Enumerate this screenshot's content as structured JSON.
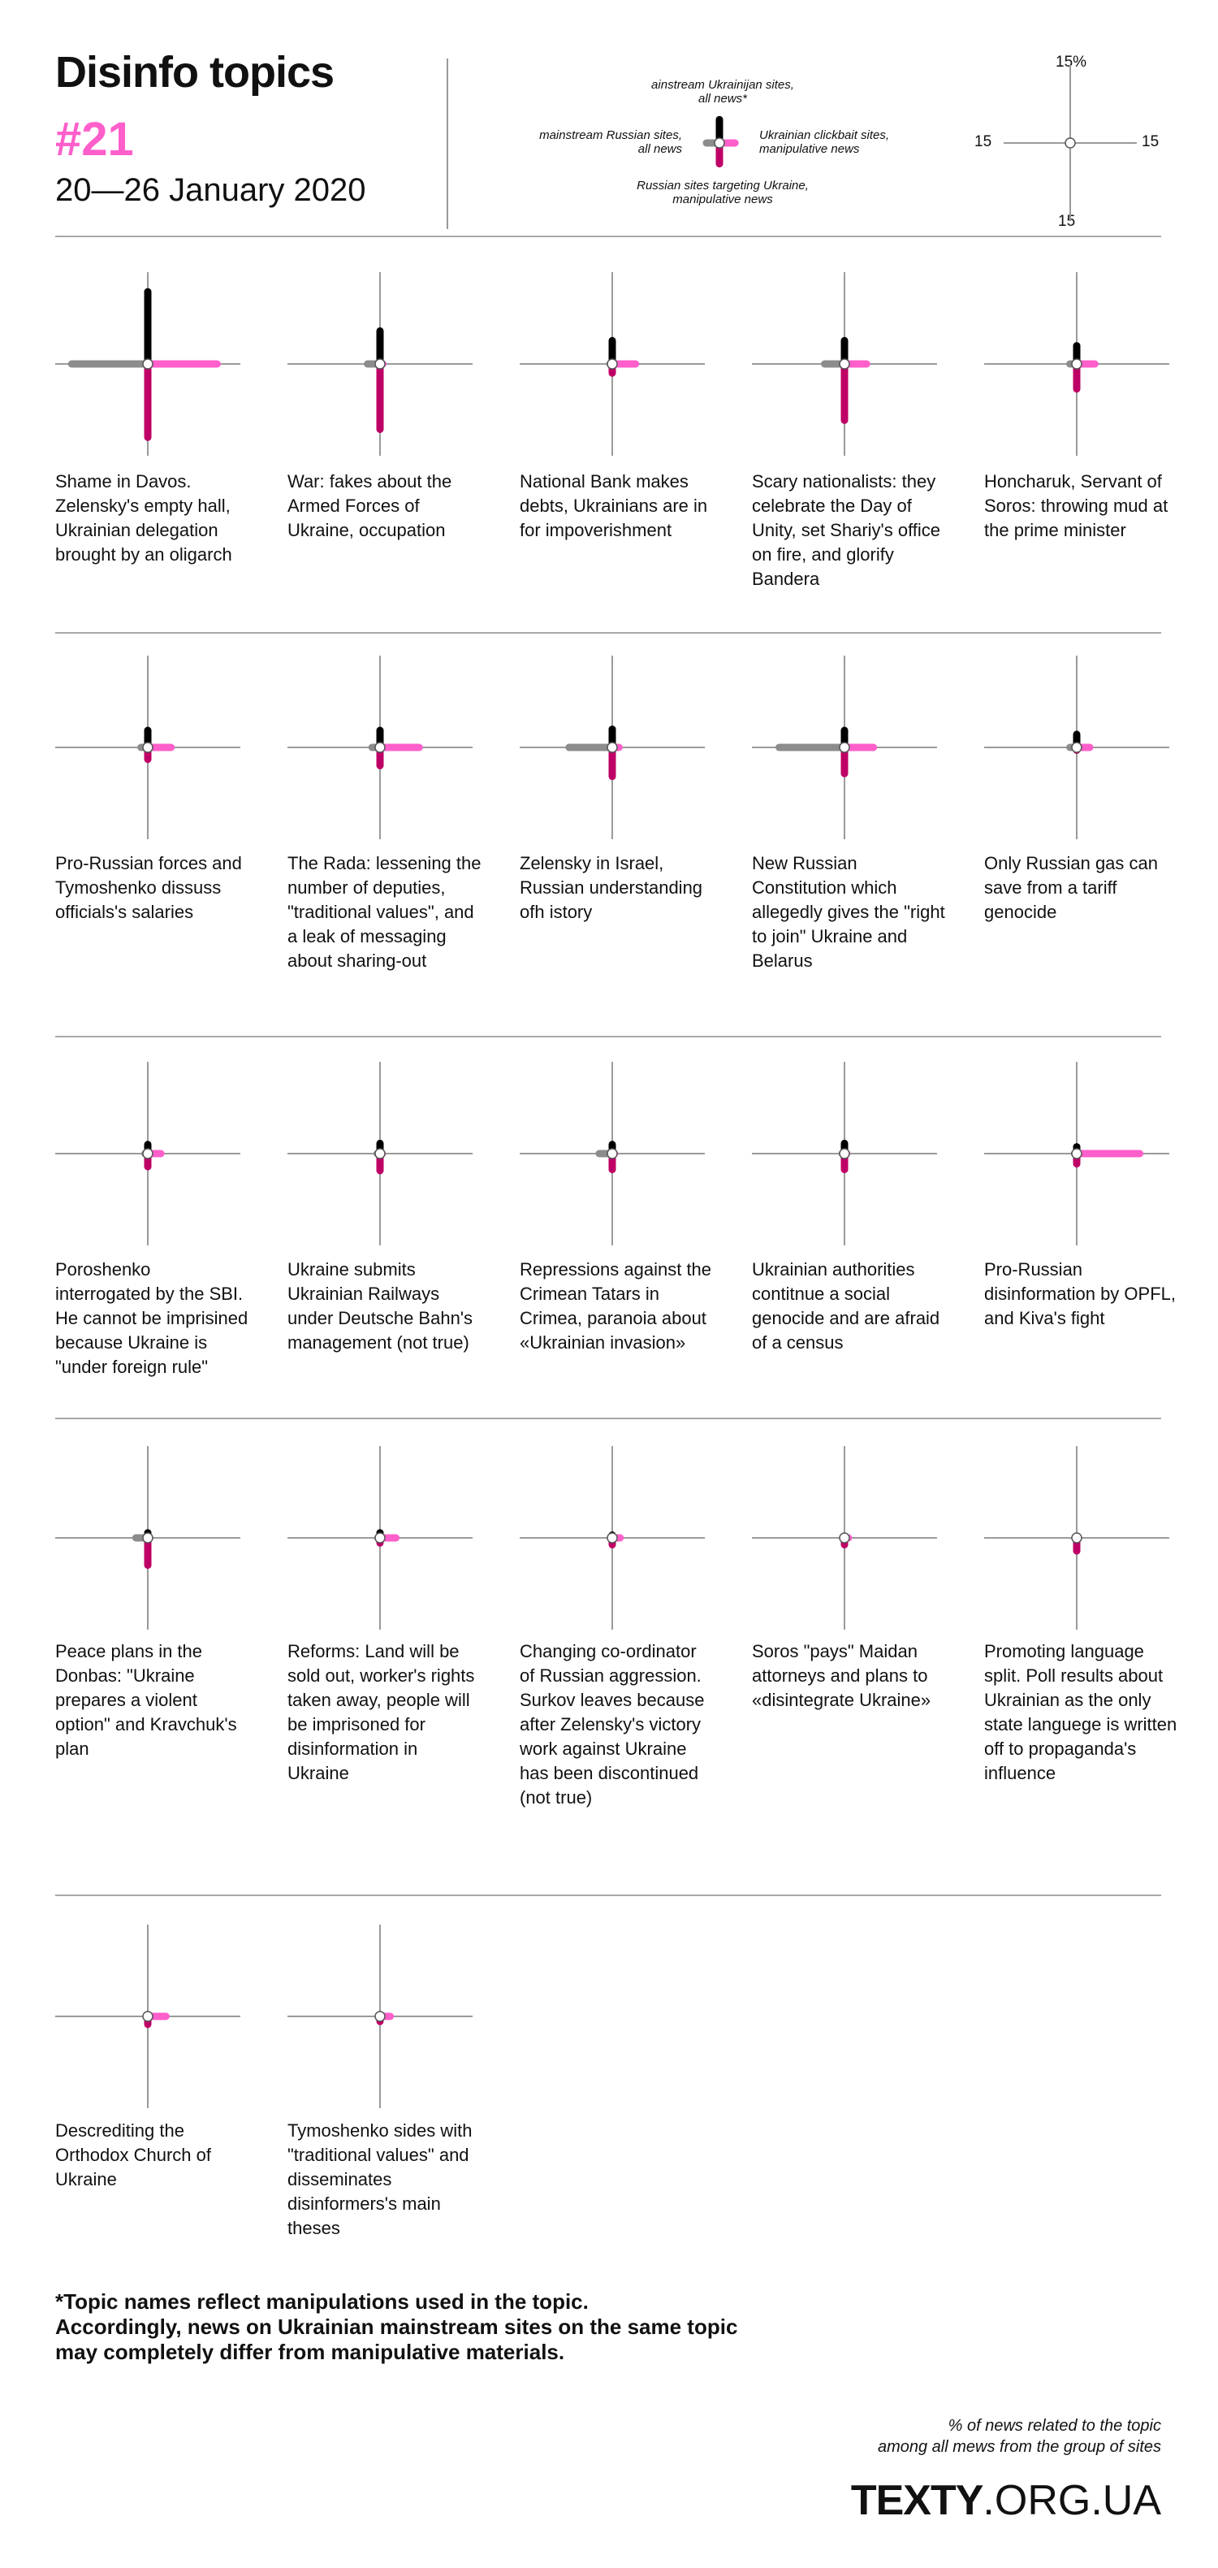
{
  "header": {
    "title": "Disinfo topics",
    "issue": "#21",
    "dates": "20—26 January 2020"
  },
  "legend": {
    "top": "ainstream Ukrainijan sites,\nall news*",
    "left": "mainstream Russian sites,\nall news",
    "right": "Ukrainian clickbait sites,\nmanipulative news",
    "bottom": "Russian sites targeting Ukraine,\nmanipulative news"
  },
  "scale": {
    "top": "15%",
    "left": "15",
    "right": "15",
    "bottom": "15"
  },
  "chart_data": {
    "type": "cross-glyph",
    "unit": "% of news related to the topic among all news from the group of sites",
    "axis_max": 15,
    "series": [
      {
        "key": "top",
        "name": "ainstream Ukrainijan sites, all news*",
        "color": "#000000"
      },
      {
        "key": "left",
        "name": "mainstream Russian sites, all news",
        "color": "#8c8c8c"
      },
      {
        "key": "right",
        "name": "Ukrainian clickbait sites, manipulative news",
        "color": "#ff5fcb"
      },
      {
        "key": "bottom",
        "name": "Russian sites targeting Ukraine, manipulative news",
        "color": "#be0066"
      }
    ],
    "topics": [
      {
        "label": "Shame in Davos. Zelensky's empty hall, Ukrainian delegation brought by an oligarch",
        "top": 12.7,
        "left": 13.4,
        "right": 12.2,
        "bottom": 12.9
      },
      {
        "label": "War: fakes about the Armed Forces of Ukraine, occupation",
        "top": 5.8,
        "left": 2.2,
        "right": 0.5,
        "bottom": 11.5
      },
      {
        "label": "National Bank makes debts, Ukrainians are in for impoverishment",
        "top": 4.1,
        "left": 0.4,
        "right": 4.1,
        "bottom": 1.6
      },
      {
        "label": "Scary nationalists: they celebrate the Day of Unity, set Shariy's office on fire, and glorify Bandera",
        "top": 4.1,
        "left": 3.5,
        "right": 3.9,
        "bottom": 9.9
      },
      {
        "label": "Honcharuk, Servant of Soros: throwing mud at the prime minister",
        "top": 3.2,
        "left": 1.2,
        "right": 3.2,
        "bottom": 4.4
      },
      {
        "label": "Pro-Russian forces and Tymoshenko dissuss officials's salaries",
        "top": 3.0,
        "left": 1.2,
        "right": 4.1,
        "bottom": 2.1
      },
      {
        "label": "The Rada: lessening the number of deputies, \"traditional values\", and a leak of messaging about sharing-out",
        "top": 3.0,
        "left": 1.4,
        "right": 6.9,
        "bottom": 3.2
      },
      {
        "label": "Zelensky in Israel, Russian understanding ofh istory",
        "top": 3.2,
        "left": 7.6,
        "right": 1.2,
        "bottom": 5.1
      },
      {
        "label": "New Russian Constitution which allegedly gives the \"right to join\" Ukraine and Belarus",
        "top": 3.0,
        "left": 11.5,
        "right": 5.1,
        "bottom": 4.6
      },
      {
        "label": "Only Russian gas can save from a tariff genocide",
        "top": 2.3,
        "left": 1.2,
        "right": 2.3,
        "bottom": 0.5
      },
      {
        "label": "Poroshenko interrogated by the SBI. He cannot be imprisined because Ukraine is \"under foreign rule\"",
        "top": 1.6,
        "left": 0.5,
        "right": 2.3,
        "bottom": 2.3
      },
      {
        "label": "Ukraine submits Ukrainian Railways under Deutsche Bahn's management (not true)",
        "top": 1.8,
        "left": 0.5,
        "right": 0.4,
        "bottom": 3.0
      },
      {
        "label": "Repressions against the Crimean Tatars in Crimea, paranoia about «Ukrainian invasion»",
        "top": 1.6,
        "left": 2.3,
        "right": 0.4,
        "bottom": 2.8
      },
      {
        "label": "Ukrainian authorities contitnue a social genocide and are afraid of a census",
        "top": 1.8,
        "left": 0.4,
        "right": 0.4,
        "bottom": 2.8
      },
      {
        "label": "Pro-Russian disinformation by OPFL, and Kiva's fight",
        "top": 1.2,
        "left": 0.4,
        "right": 11.1,
        "bottom": 1.8
      },
      {
        "label": "Peace plans in the Donbas: \"Ukraine prepares a violent option\" and Kravchuk's plan",
        "top": 0.9,
        "left": 2.1,
        "right": 0.3,
        "bottom": 4.8
      },
      {
        "label": "Reforms: Land will be sold out, worker's rights taken away, people will be imprisoned for disinformation in Ukraine",
        "top": 0.9,
        "left": 0.4,
        "right": 2.8,
        "bottom": 0.9
      },
      {
        "label": "Changing co-ordinator of Russian aggression. Surkov leaves because after Zelensky's victory work against Ukraine has been discontinued (not true)",
        "top": 0.5,
        "left": 0.3,
        "right": 1.4,
        "bottom": 1.2
      },
      {
        "label": "Soros \"pays\" Maidan attorneys and plans to «disintegrate Ukraine»",
        "top": 0.3,
        "left": 0.3,
        "right": 0.7,
        "bottom": 1.2
      },
      {
        "label": "Promoting language split. Poll results about Ukrainian as the only state languege is written off to propaganda's influence",
        "top": 0.3,
        "left": 0.3,
        "right": 0.3,
        "bottom": 2.3
      },
      {
        "label": "Descrediting the Orthodox Church of Ukraine",
        "top": 0.3,
        "left": 0.3,
        "right": 3.2,
        "bottom": 1.4
      },
      {
        "label": "Tymoshenko sides with \"traditional values\" and disseminates disinformers's main theses",
        "top": 0.3,
        "left": 0.3,
        "right": 1.8,
        "bottom": 0.9
      }
    ]
  },
  "footnote": "*Topic names reflect manipulations used in the topic.\nAccordingly, news on Ukrainian mainstream sites on the same topic\nmay completely differ from manipulative materials.",
  "source": "% of news related to the topic\namong all mews from the group of sites",
  "logo": {
    "bold": "TEXTY",
    "rest": ".ORG.UA"
  }
}
